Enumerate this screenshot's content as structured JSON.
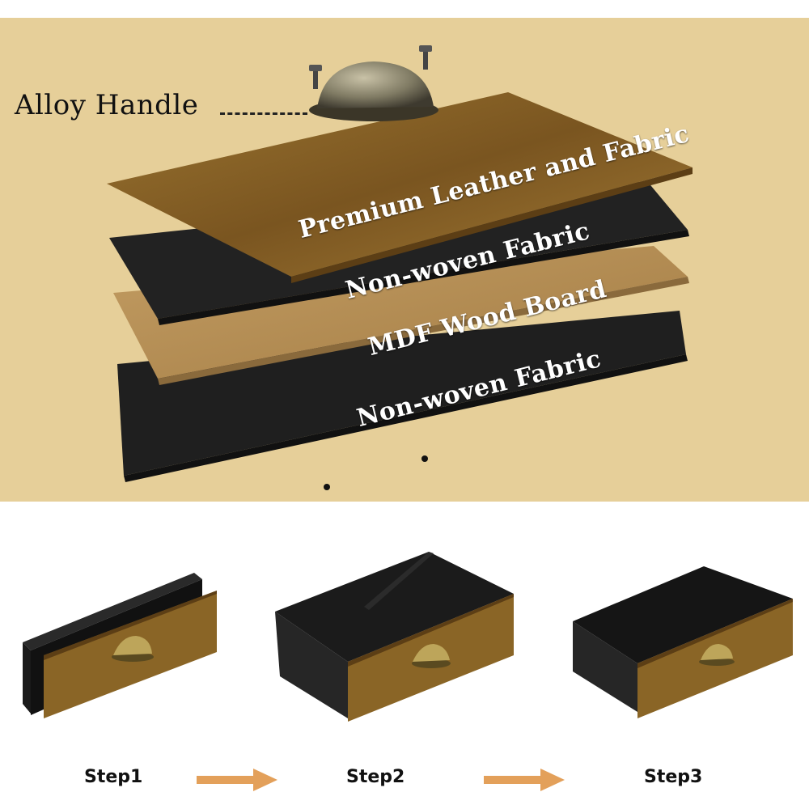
{
  "callout": {
    "label": "Alloy Handle"
  },
  "layers": [
    {
      "label": "Premium Leather and Fabric"
    },
    {
      "label": "Non-woven Fabric"
    },
    {
      "label": "MDF Wood Board"
    },
    {
      "label": "Non-woven Fabric"
    }
  ],
  "steps": [
    {
      "label": "Step1"
    },
    {
      "label": "Step2"
    },
    {
      "label": "Step3"
    }
  ],
  "colors": {
    "background": "#e6cf99",
    "leather": "#8a6526",
    "fabric": "#1c1c1c",
    "mdf": "#b8925a",
    "arrow": "#e3a05a"
  }
}
